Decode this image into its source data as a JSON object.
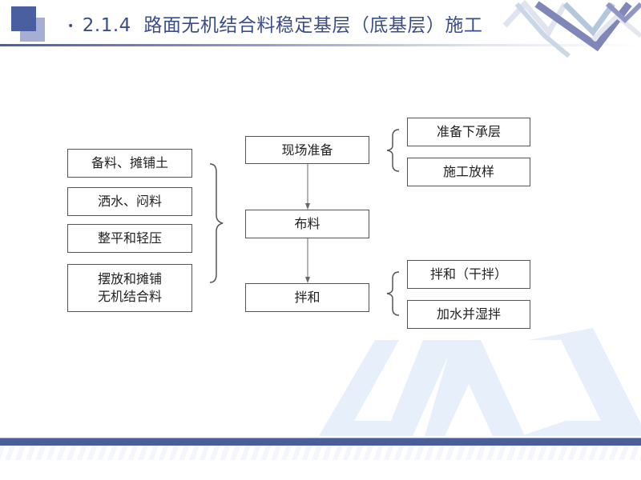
{
  "header": {
    "bullet": "•",
    "section_number": "2.1.4",
    "title": "路面无机结合料稳定基层（底基层）施工"
  },
  "diagram": {
    "left_group": [
      {
        "label": "备料、摊铺土"
      },
      {
        "label": "洒水、闷料"
      },
      {
        "label": "整平和轻压"
      },
      {
        "label": "摆放和摊铺\n无机结合料"
      }
    ],
    "center_flow": [
      {
        "label": "现场准备"
      },
      {
        "label": "布料"
      },
      {
        "label": "拌和"
      }
    ],
    "right_group_top": [
      {
        "label": "准备下承层"
      },
      {
        "label": "施工放样"
      }
    ],
    "right_group_bottom": [
      {
        "label": "拌和（干拌）"
      },
      {
        "label": "加水并湿拌"
      }
    ]
  },
  "colors": {
    "accent": "#4a5fa0",
    "accent_light": "#a6aed3",
    "title": "#3a4d8c",
    "watermark": "#e6effa",
    "box_border": "#555555"
  }
}
